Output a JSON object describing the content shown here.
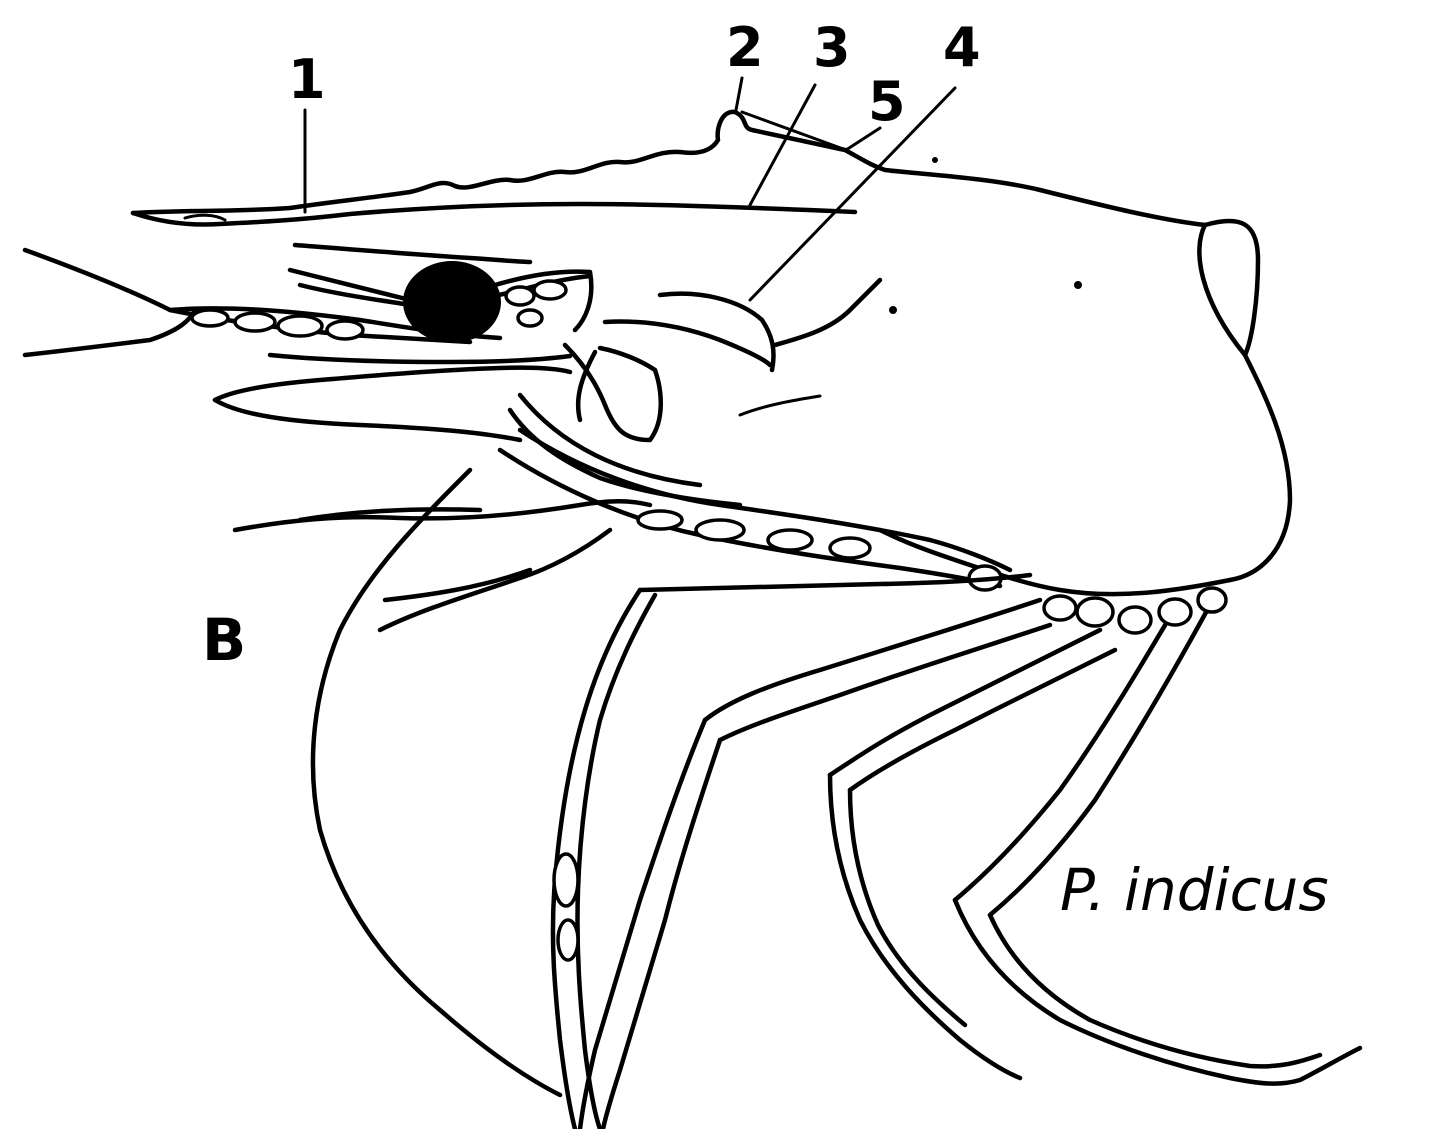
{
  "figure": {
    "panel_label": "B",
    "species": "P. indicus",
    "callouts": [
      {
        "id": "1",
        "text": "1"
      },
      {
        "id": "2",
        "text": "2"
      },
      {
        "id": "3",
        "text": "3"
      },
      {
        "id": "4",
        "text": "4"
      },
      {
        "id": "5",
        "text": "5"
      }
    ]
  }
}
